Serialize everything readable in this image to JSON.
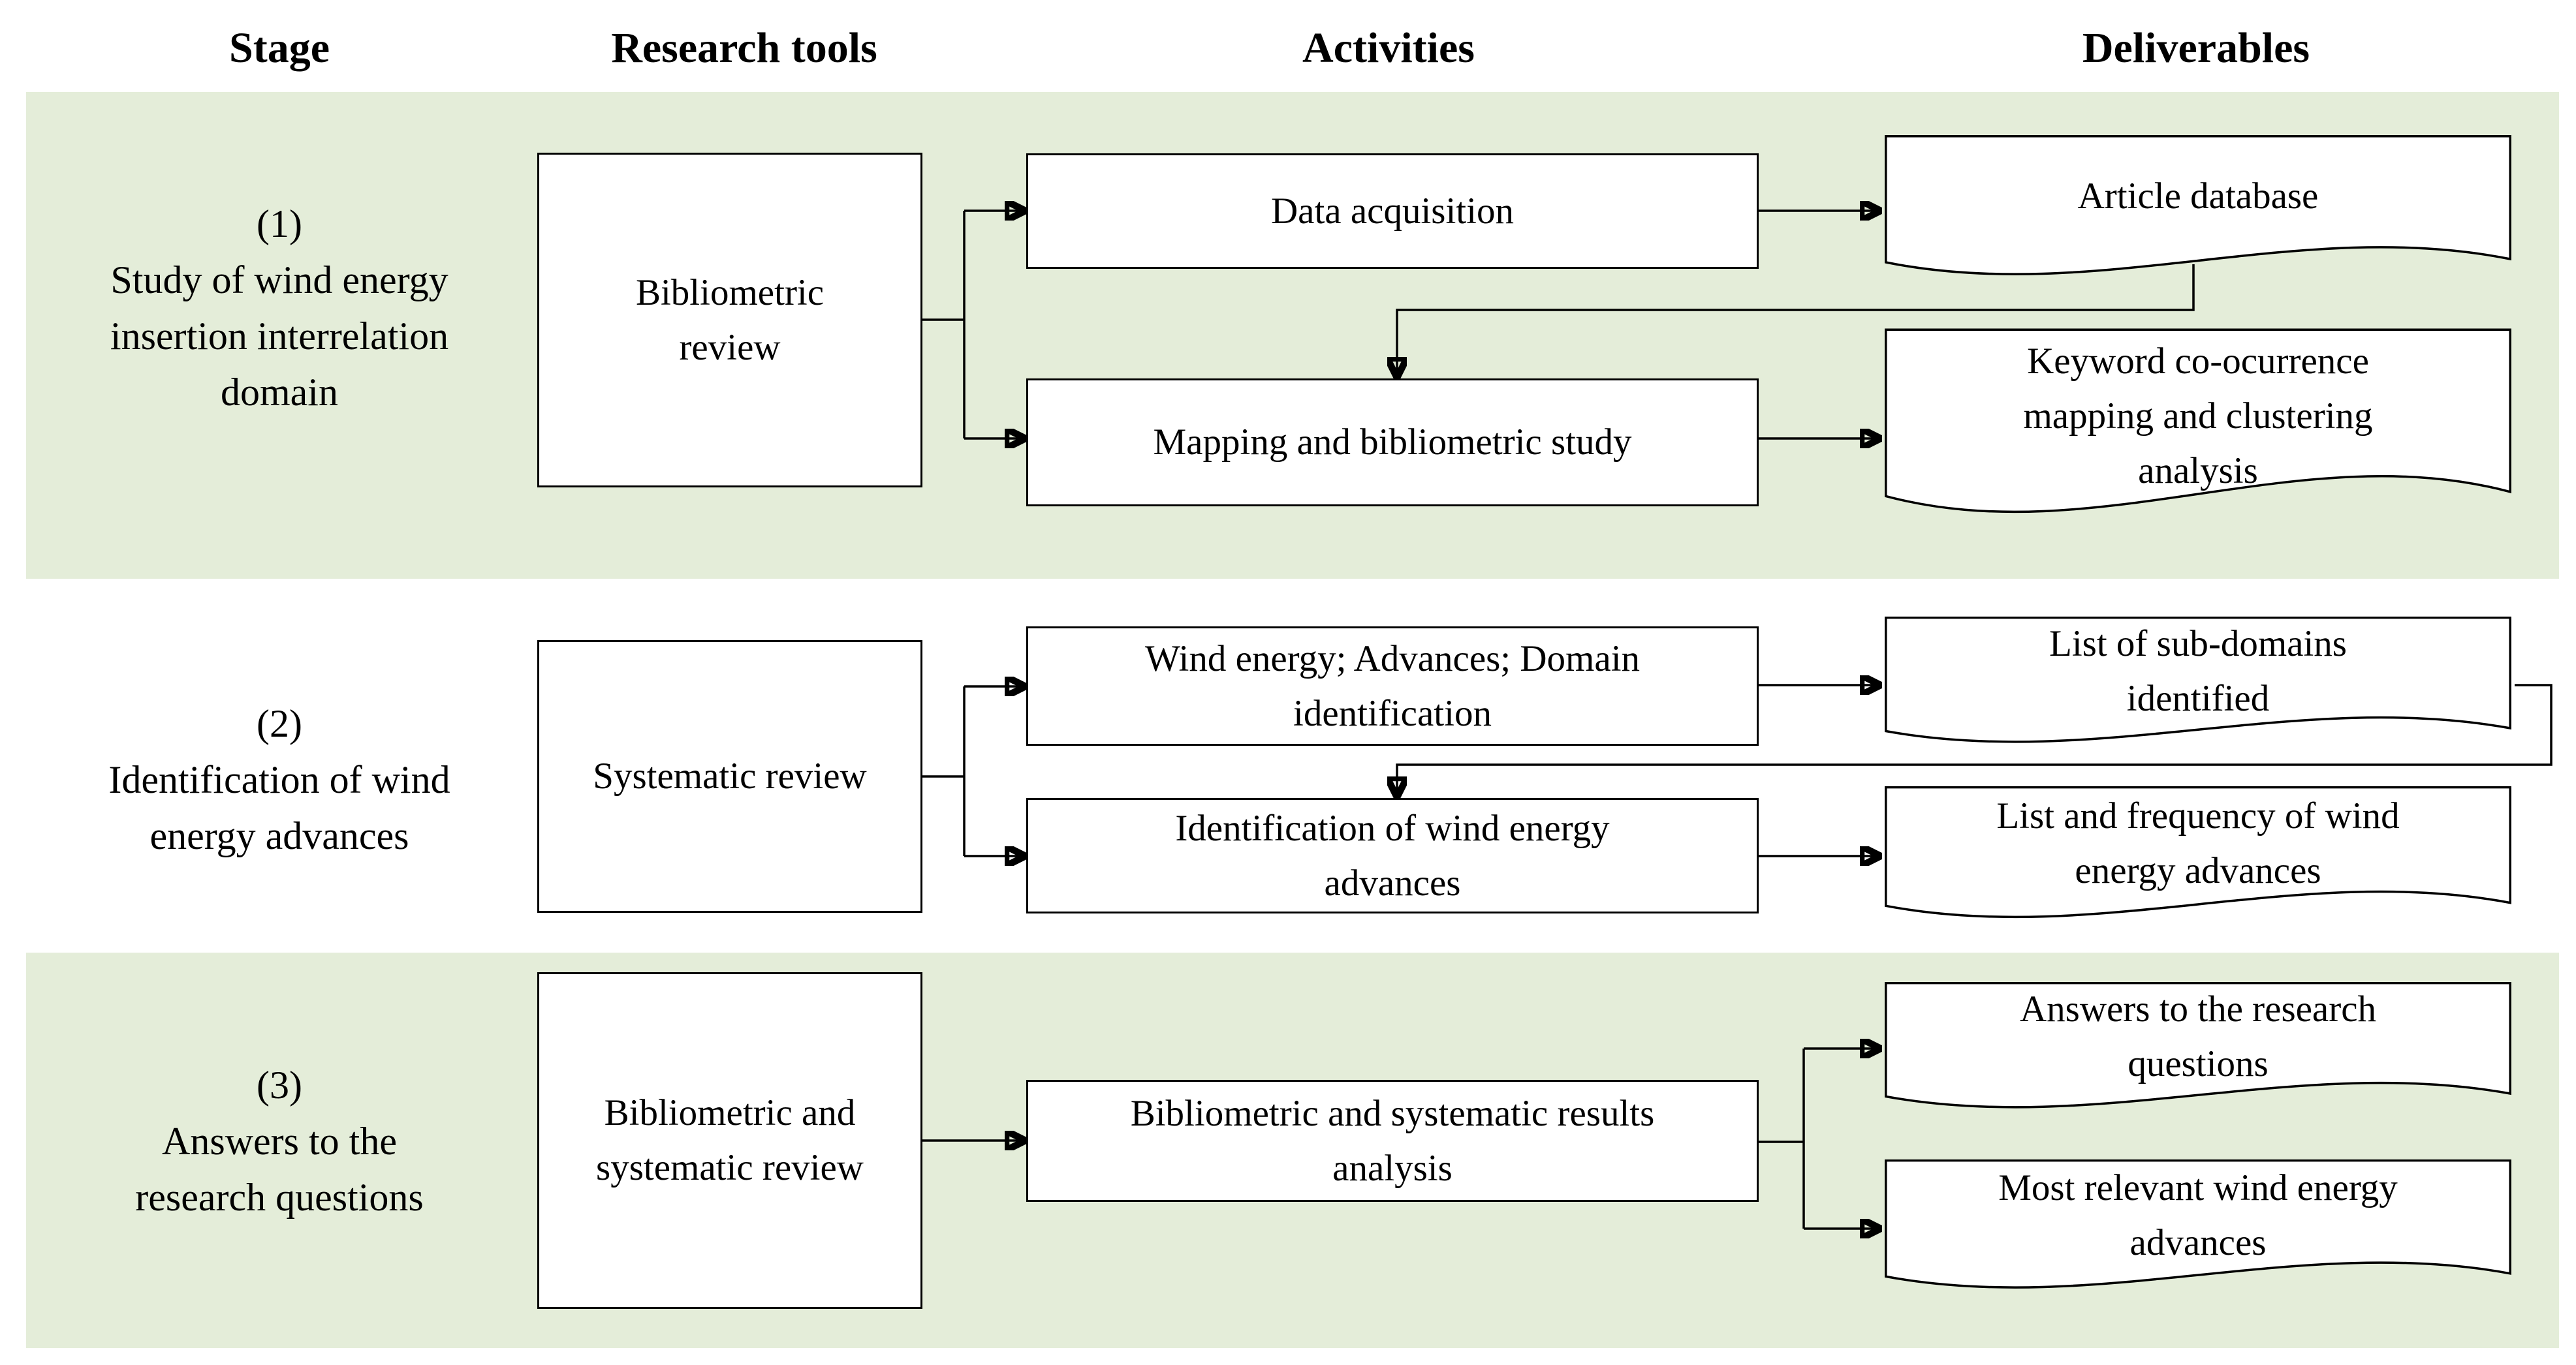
{
  "colors": {
    "band_green": "#e4edd9",
    "stroke": "#000000",
    "box_bg": "#ffffff"
  },
  "headers": {
    "stage": "Stage",
    "research_tools": "Research tools",
    "activities": "Activities",
    "deliverables": "Deliverables"
  },
  "stage1": {
    "label": [
      "(1)",
      "Study of wind energy",
      "insertion interrelation",
      "domain"
    ],
    "tool": [
      "Bibliometric",
      "review"
    ],
    "activity_data_acquisition": "Data acquisition",
    "activity_mapping": "Mapping and bibliometric study",
    "deliverable_article_database": "Article database",
    "deliverable_keyword": [
      "Keyword co-ocurrence",
      "mapping and clustering",
      "analysis"
    ]
  },
  "stage2": {
    "label": [
      "(2)",
      "Identification of wind",
      "energy advances"
    ],
    "tool": "Systematic review",
    "activity_domain_identification": [
      "Wind energy; Advances; Domain",
      "identification"
    ],
    "activity_advances_identification": [
      "Identification of wind energy",
      "advances"
    ],
    "deliverable_subdomains": [
      "List of sub-domains",
      "identified"
    ],
    "deliverable_frequency": [
      "List and frequency of wind",
      "energy advances"
    ]
  },
  "stage3": {
    "label": [
      "(3)",
      "Answers to the",
      "research questions"
    ],
    "tool": [
      "Bibliometric and",
      "systematic review"
    ],
    "activity_results_analysis": [
      "Bibliometric and systematic results",
      "analysis"
    ],
    "deliverable_answers": [
      "Answers to the research",
      "questions"
    ],
    "deliverable_relevant": [
      "Most relevant wind energy",
      "advances"
    ]
  }
}
